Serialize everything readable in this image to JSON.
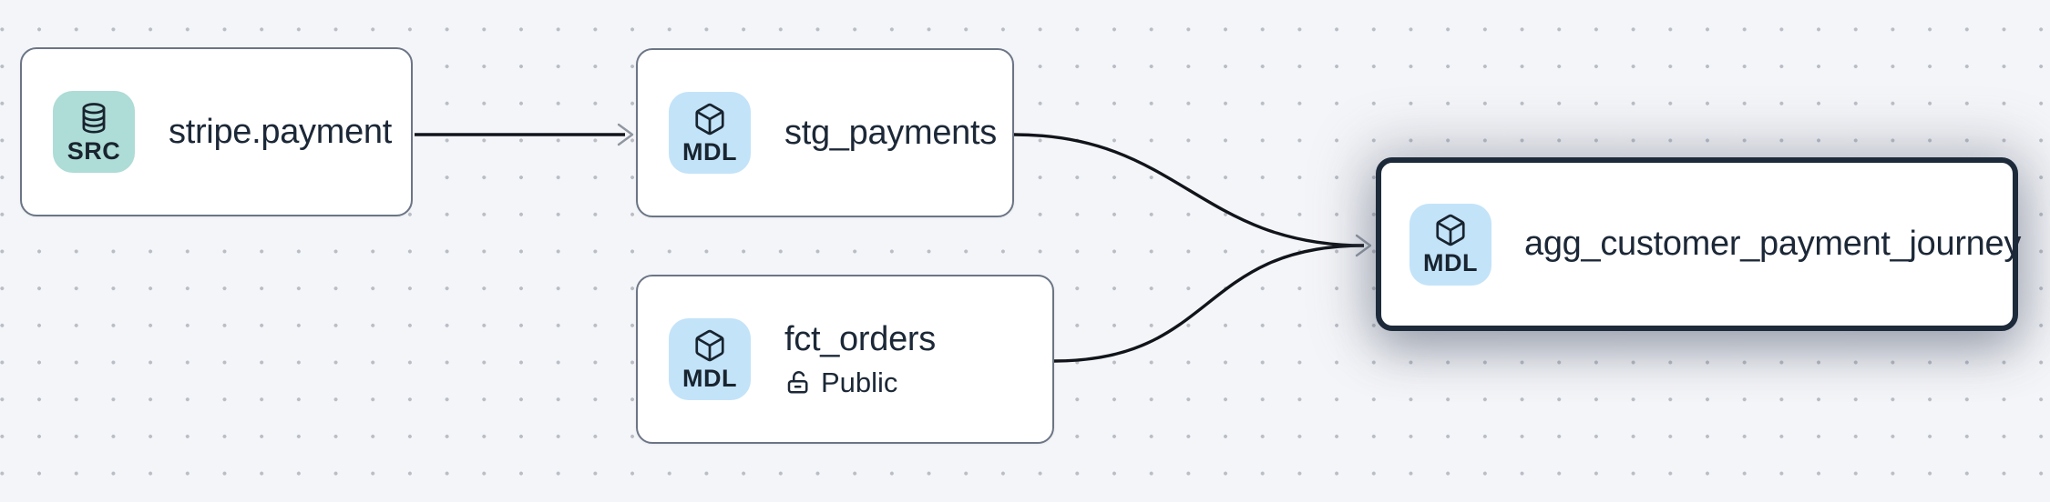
{
  "canvas": {
    "type": "data-lineage-graph",
    "background_color": "#f4f5f8",
    "dot_color": "#b9bdc6"
  },
  "nodes": [
    {
      "title": "stripe.payment",
      "kind": "source",
      "selected": false,
      "badge": {
        "label": "SRC",
        "icon": "database-icon",
        "color": "#aedcd6"
      }
    },
    {
      "title": "stg_payments",
      "kind": "model",
      "selected": false,
      "badge": {
        "label": "MDL",
        "icon": "cube-icon",
        "color": "#c3e3f9"
      }
    },
    {
      "title": "fct_orders",
      "kind": "model",
      "selected": false,
      "badge": {
        "label": "MDL",
        "icon": "cube-icon",
        "color": "#c3e3f9"
      },
      "access": {
        "label": "Public",
        "icon": "unlock-icon"
      }
    },
    {
      "title": "agg_customer_payment_journey",
      "kind": "model",
      "selected": true,
      "badge": {
        "label": "MDL",
        "icon": "cube-icon",
        "color": "#c3e3f9"
      }
    }
  ],
  "edges": [
    {
      "from": "stripe.payment",
      "to": "stg_payments"
    },
    {
      "from": "stg_payments",
      "to": "agg_customer_payment_journey"
    },
    {
      "from": "fct_orders",
      "to": "agg_customer_payment_journey"
    }
  ],
  "colors": {
    "node_border": "#6b7585",
    "selected_node_border": "#1d2a3a",
    "edge": "#11151b",
    "arrowhead": "#8f96a0",
    "text": "#1c2837"
  }
}
